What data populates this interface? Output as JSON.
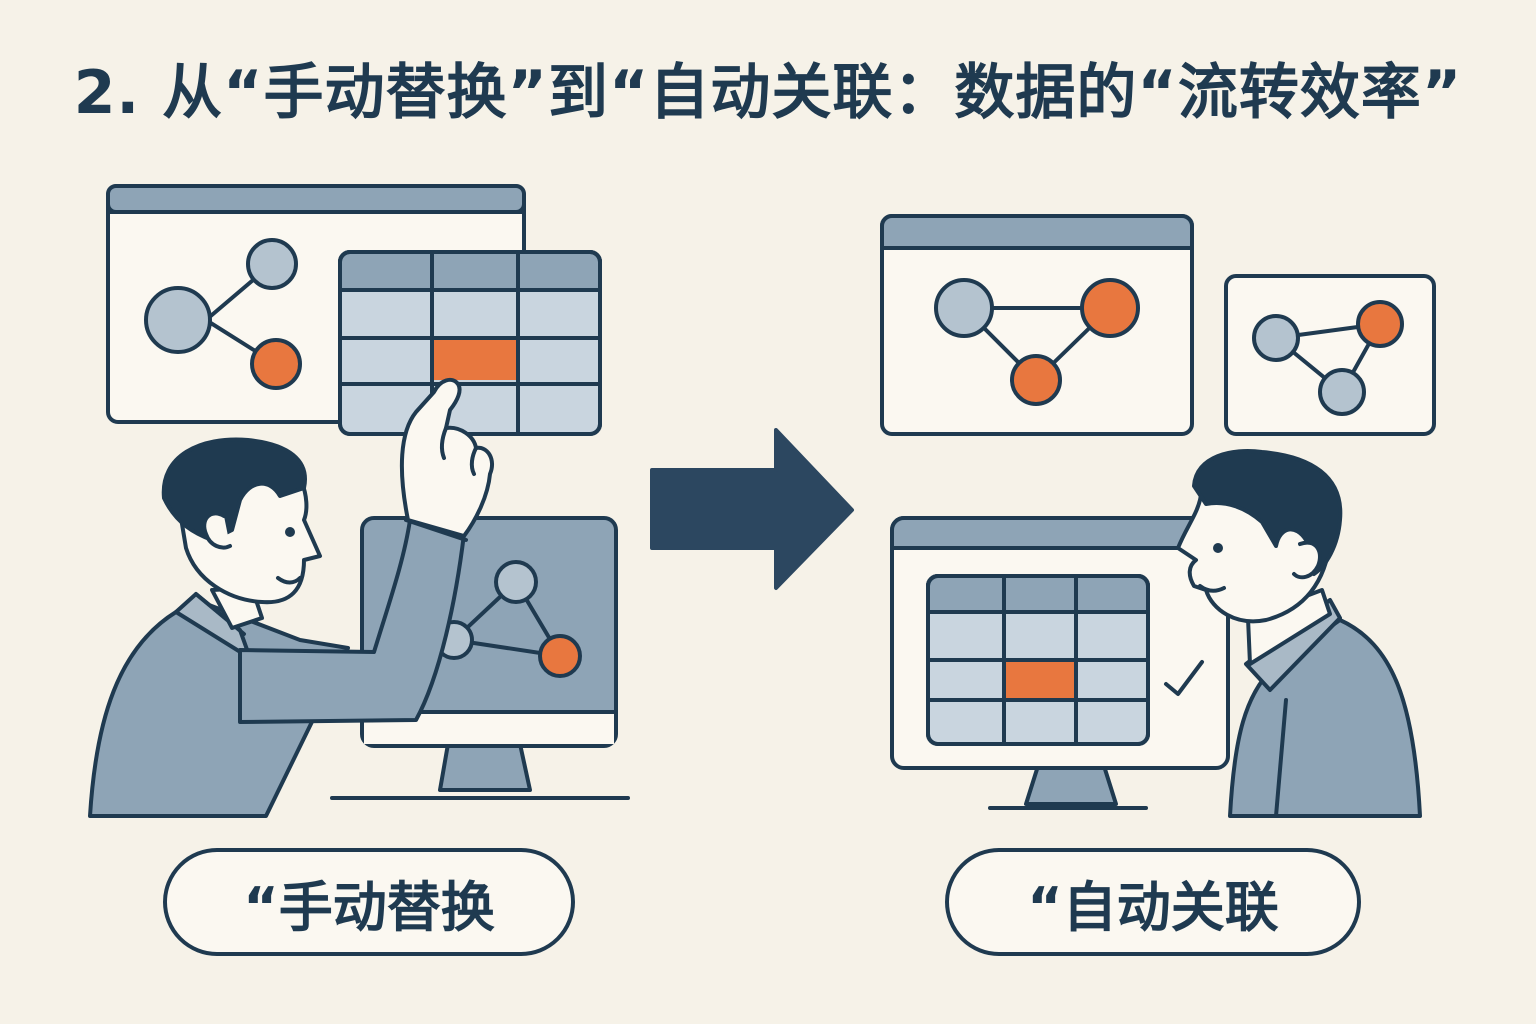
{
  "title": "2. 从“手动替换”到“自动关联：数据的“流转效率”",
  "left_label": "“手动替换",
  "right_label": "“自动关联",
  "colors": {
    "background": "#f6f2e8",
    "ink": "#1f3a50",
    "panel_blue": "#8ea4b6",
    "light_blue": "#c9d5df",
    "highlight_orange": "#e8773f"
  },
  "icons": {
    "left_person": "person-pointing-icon",
    "right_person": "person-smiling-icon",
    "arrow": "arrow-right-icon",
    "check": "check-icon"
  }
}
